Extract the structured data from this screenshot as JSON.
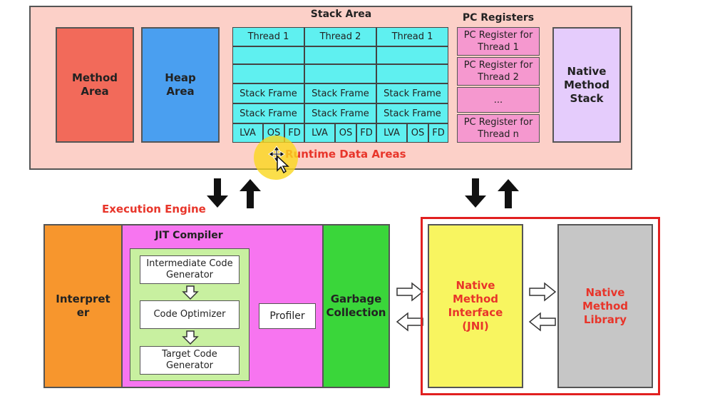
{
  "runtime": {
    "title": "Runtime Data Areas",
    "method_area": "Method\nArea",
    "heap_area": "Heap\nArea",
    "stack_area": {
      "title": "Stack Area",
      "threads": [
        {
          "name": "Thread 1",
          "frames": [
            "Stack Frame",
            "Stack Frame"
          ],
          "parts": [
            "LVA",
            "OS",
            "FD"
          ]
        },
        {
          "name": "Thread 2",
          "frames": [
            "Stack Frame",
            "Stack Frame"
          ],
          "parts": [
            "LVA",
            "OS",
            "FD"
          ]
        },
        {
          "name": "Thread 1",
          "frames": [
            "Stack Frame",
            "Stack Frame"
          ],
          "parts": [
            "LVA",
            "OS",
            "FD"
          ]
        }
      ]
    },
    "pc_registers": {
      "title": "PC Registers",
      "items": [
        "PC Register for\nThread 1",
        "PC Register for\nThread 2",
        "...",
        "PC Register for\nThread n"
      ]
    },
    "native_method_stack": "Native\nMethod\nStack"
  },
  "execution_engine": {
    "title": "Execution Engine",
    "interpreter": "Interpret\ner",
    "jit": {
      "title": "JIT Compiler",
      "steps": [
        "Intermediate Code\nGenerator",
        "Code Optimizer",
        "Target Code\nGenerator"
      ],
      "profiler": "Profiler"
    },
    "garbage_collection": "Garbage\nCollection"
  },
  "native": {
    "interface": "Native\nMethod\nInterface\n(JNI)",
    "library": "Native\nMethod\nLibrary"
  },
  "colors": {
    "runtime_bg": "#fcd0c8",
    "method_area": "#f26a5a",
    "heap_area": "#4a9ff0",
    "stack_cell": "#5ff0f0",
    "pc_register": "#f598cf",
    "native_stack": "#e5ccfc",
    "interpreter": "#f7962d",
    "jit_bg": "#f775f0",
    "jit_inner": "#c8f0a0",
    "garbage": "#3ad63a",
    "jni": "#f8f560",
    "library": "#c6c6c6",
    "label_red": "#e8352a",
    "highlight": "#e12020"
  }
}
